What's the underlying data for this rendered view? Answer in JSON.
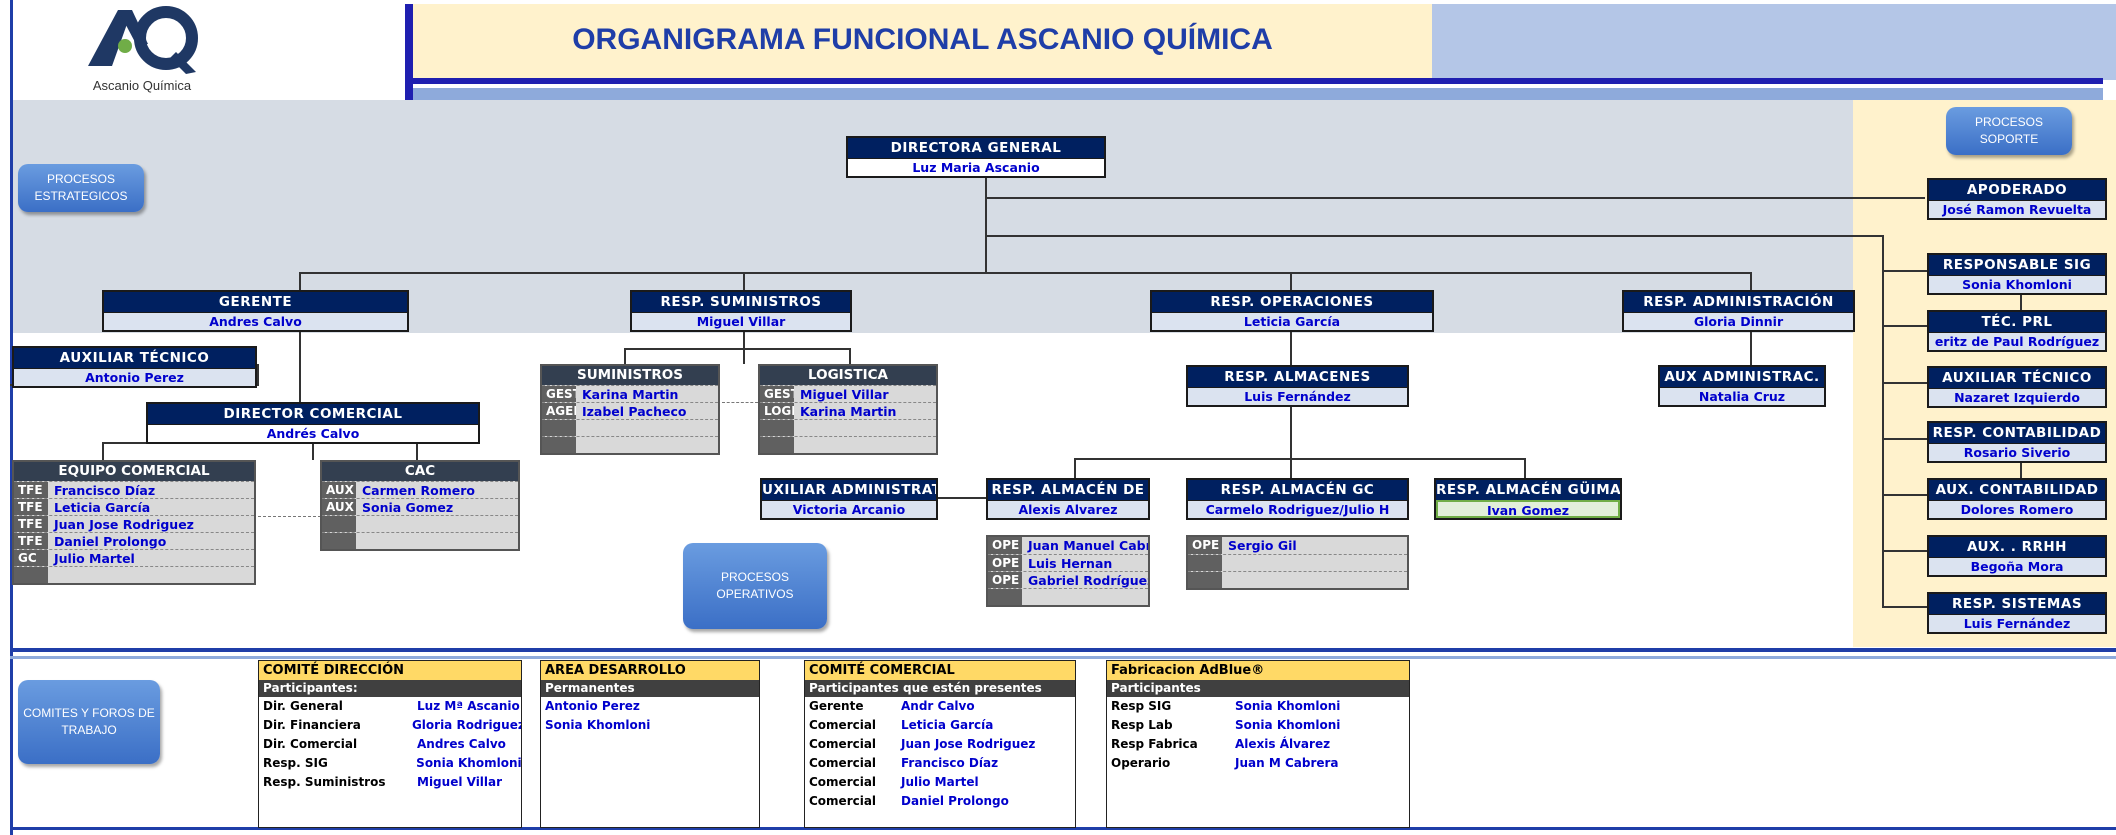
{
  "header": {
    "title": "ORGANIGRAMA FUNCIONAL ASCANIO QUÍMICA",
    "logo_caption": "Ascanio Química"
  },
  "buttons": {
    "estrategicos": "PROCESOS ESTRATEGICOS",
    "soporte": "PROCESOS SOPORTE",
    "operativos": "PROCESOS OPERATIVOS",
    "comites": "COMITES Y FOROS DE TRABAJO"
  },
  "org": {
    "directora": {
      "title": "DIRECTORA GENERAL",
      "name": "Luz Maria Ascanio"
    },
    "gerente": {
      "title": "GERENTE",
      "name": "Andres Calvo"
    },
    "suministros": {
      "title": "RESP. SUMINISTROS",
      "name": "Miguel Villar"
    },
    "operaciones": {
      "title": "RESP. OPERACIONES",
      "name": "Leticia García"
    },
    "administracion": {
      "title": "RESP. ADMINISTRACIÓN",
      "name": "Gloria Dinnir"
    },
    "aux_tecnico": {
      "title": "AUXILIAR TÉCNICO",
      "name": "Antonio Perez"
    },
    "dir_comercial": {
      "title": "DIRECTOR COMERCIAL",
      "name": "Andrés Calvo"
    },
    "almacenes": {
      "title": "RESP. ALMACENES",
      "name": "Luis Fernández"
    },
    "aux_admin": {
      "title": "AUX ADMINISTRAC.",
      "name": "Natalia Cruz"
    },
    "aux_administrativo": {
      "title": "UXILIAR ADMINISTRATI",
      "name": "Victoria Arcanio"
    },
    "almacen_de": {
      "title": "RESP. ALMACÉN DE",
      "name": "Alexis Alvarez"
    },
    "almacen_gc": {
      "title": "RESP. ALMACÉN GC",
      "name": "Carmelo Rodriguez/Julio H"
    },
    "almacen_gui": {
      "title": "RESP. ALMACÉN GÜIMAR",
      "name": "Ivan Gomez"
    }
  },
  "support": [
    {
      "title": "APODERADO",
      "name": "José Ramon Revuelta"
    },
    {
      "title": "RESPONSABLE SIG",
      "name": "Sonia Khomloni"
    },
    {
      "title": "TÉC. PRL",
      "name": "eritz de Paul Rodríguez"
    },
    {
      "title": "AUXILIAR TÉCNICO",
      "name": "Nazaret Izquierdo"
    },
    {
      "title": "RESP. CONTABILIDAD",
      "name": "Rosario Siverio"
    },
    {
      "title": "AUX. CONTABILIDAD",
      "name": "Dolores Romero"
    },
    {
      "title": "AUX. . RRHH",
      "name": "Begoña Mora"
    },
    {
      "title": "RESP. SISTEMAS",
      "name": "Luis Fernández"
    }
  ],
  "teams": {
    "suministros": {
      "title": "SUMINISTROS",
      "rows": [
        {
          "code": "GEST",
          "name": "Karina Martin"
        },
        {
          "code": "AGEN",
          "name": "Izabel Pacheco"
        }
      ]
    },
    "logistica": {
      "title": "LOGISTICA",
      "rows": [
        {
          "code": "GEST",
          "name": "Miguel Villar"
        },
        {
          "code": "LOGIST",
          "name": "Karina Martin"
        }
      ]
    },
    "comercial": {
      "title": "EQUIPO COMERCIAL",
      "rows": [
        {
          "code": "TFE",
          "name": "Francisco Díaz"
        },
        {
          "code": "TFE",
          "name": "Leticia García"
        },
        {
          "code": "TFE",
          "name": "Juan Jose Rodriguez"
        },
        {
          "code": "TFE",
          "name": "Daniel Prolongo"
        },
        {
          "code": "GC",
          "name": "Julio Martel"
        }
      ]
    },
    "cac": {
      "title": "CAC",
      "rows": [
        {
          "code": "AUX",
          "name": "Carmen Romero"
        },
        {
          "code": "AUX",
          "name": "Sonia Gomez"
        }
      ]
    },
    "almacen_de": {
      "rows": [
        {
          "code": "OPE",
          "name": "Juan Manuel Cabrera"
        },
        {
          "code": "OPE",
          "name": "Luis Hernan"
        },
        {
          "code": "OPE",
          "name": "Gabriel Rodríguez"
        }
      ]
    },
    "almacen_gc": {
      "rows": [
        {
          "code": "OPE",
          "name": "Sergio Gil"
        }
      ]
    }
  },
  "committees": [
    {
      "title": "COMITÉ DIRECCIÓN",
      "subtitle": "Participantes:",
      "rows": [
        {
          "role": "Dir. General",
          "name": "Luz Mª Ascanio"
        },
        {
          "role": "Dir. Financiera",
          "name": "Gloria Rodriguez"
        },
        {
          "role": "Dir. Comercial",
          "name": "Andres Calvo"
        },
        {
          "role": "Resp. SIG",
          "name": "Sonia Khomloni"
        },
        {
          "role": "Resp. Suministros",
          "name": "Miguel Villar"
        }
      ]
    },
    {
      "title": "AREA DESARROLLO",
      "subtitle": "Permanentes",
      "rows": [
        {
          "name": "Antonio Perez"
        },
        {
          "name": "Sonia Khomloni"
        }
      ]
    },
    {
      "title": "COMITÉ COMERCIAL",
      "subtitle": "Participantes que estén presentes",
      "rows": [
        {
          "role": "Gerente",
          "name": "Andr Calvo"
        },
        {
          "role": "Comercial",
          "name": "Leticia García"
        },
        {
          "role": "Comercial",
          "name": "Juan Jose Rodriguez"
        },
        {
          "role": "Comercial",
          "name": "Francisco Díaz"
        },
        {
          "role": "Comercial",
          "name": "Julio Martel"
        },
        {
          "role": "Comercial",
          "name": "Daniel Prolongo"
        }
      ]
    },
    {
      "title": "Fabricacion AdBlue®",
      "subtitle": "Participantes",
      "rows": [
        {
          "role": "Resp SIG",
          "name": "Sonia Khomloni"
        },
        {
          "role": "Resp Lab",
          "name": "Sonia Khomloni"
        },
        {
          "role": "Resp Fabrica",
          "name": "Alexis Álvarez"
        },
        {
          "role": "Operario",
          "name": "Juan M Cabrera"
        }
      ]
    }
  ]
}
